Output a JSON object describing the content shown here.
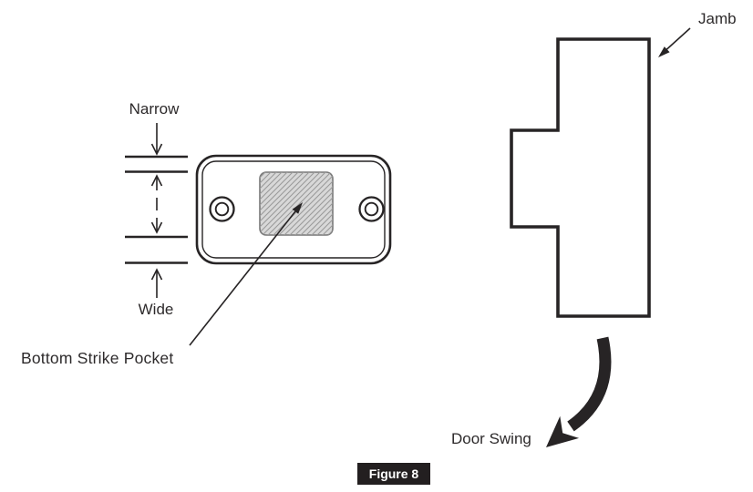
{
  "figure": {
    "caption": "Figure 8"
  },
  "labels": {
    "narrow": "Narrow",
    "wide": "Wide",
    "bottom_strike_pocket": "Bottom Strike Pocket",
    "jamb": "Jamb",
    "door_swing": "Door Swing"
  },
  "colors": {
    "line": "#272425",
    "text": "#2d2a2b",
    "badge_background": "#231f20",
    "badge_text": "#ffffff",
    "pocket_fill": "#d8d8d8",
    "pocket_border": "#777777",
    "hatch_line": "#9a9a9a",
    "background": "#ffffff"
  },
  "diagram": {
    "description": "Bottom strike pocket installation diagram",
    "parts": [
      "strike-plate",
      "strike-pocket",
      "screw-holes",
      "jamb-cross-section",
      "door-swing-arrow",
      "narrow-dimension",
      "wide-dimension"
    ]
  }
}
